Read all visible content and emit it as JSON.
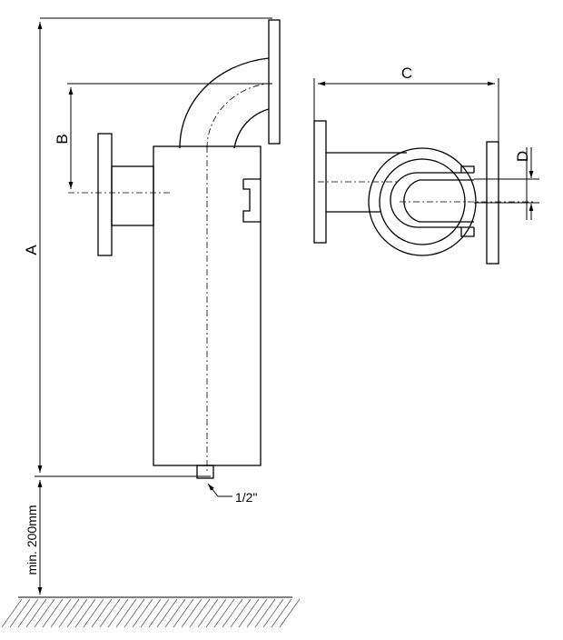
{
  "labels": {
    "dim_a": "A",
    "dim_b": "B",
    "dim_c": "C",
    "dim_d": "D",
    "drain": "1/2\"",
    "clearance": "min. 200mm"
  }
}
